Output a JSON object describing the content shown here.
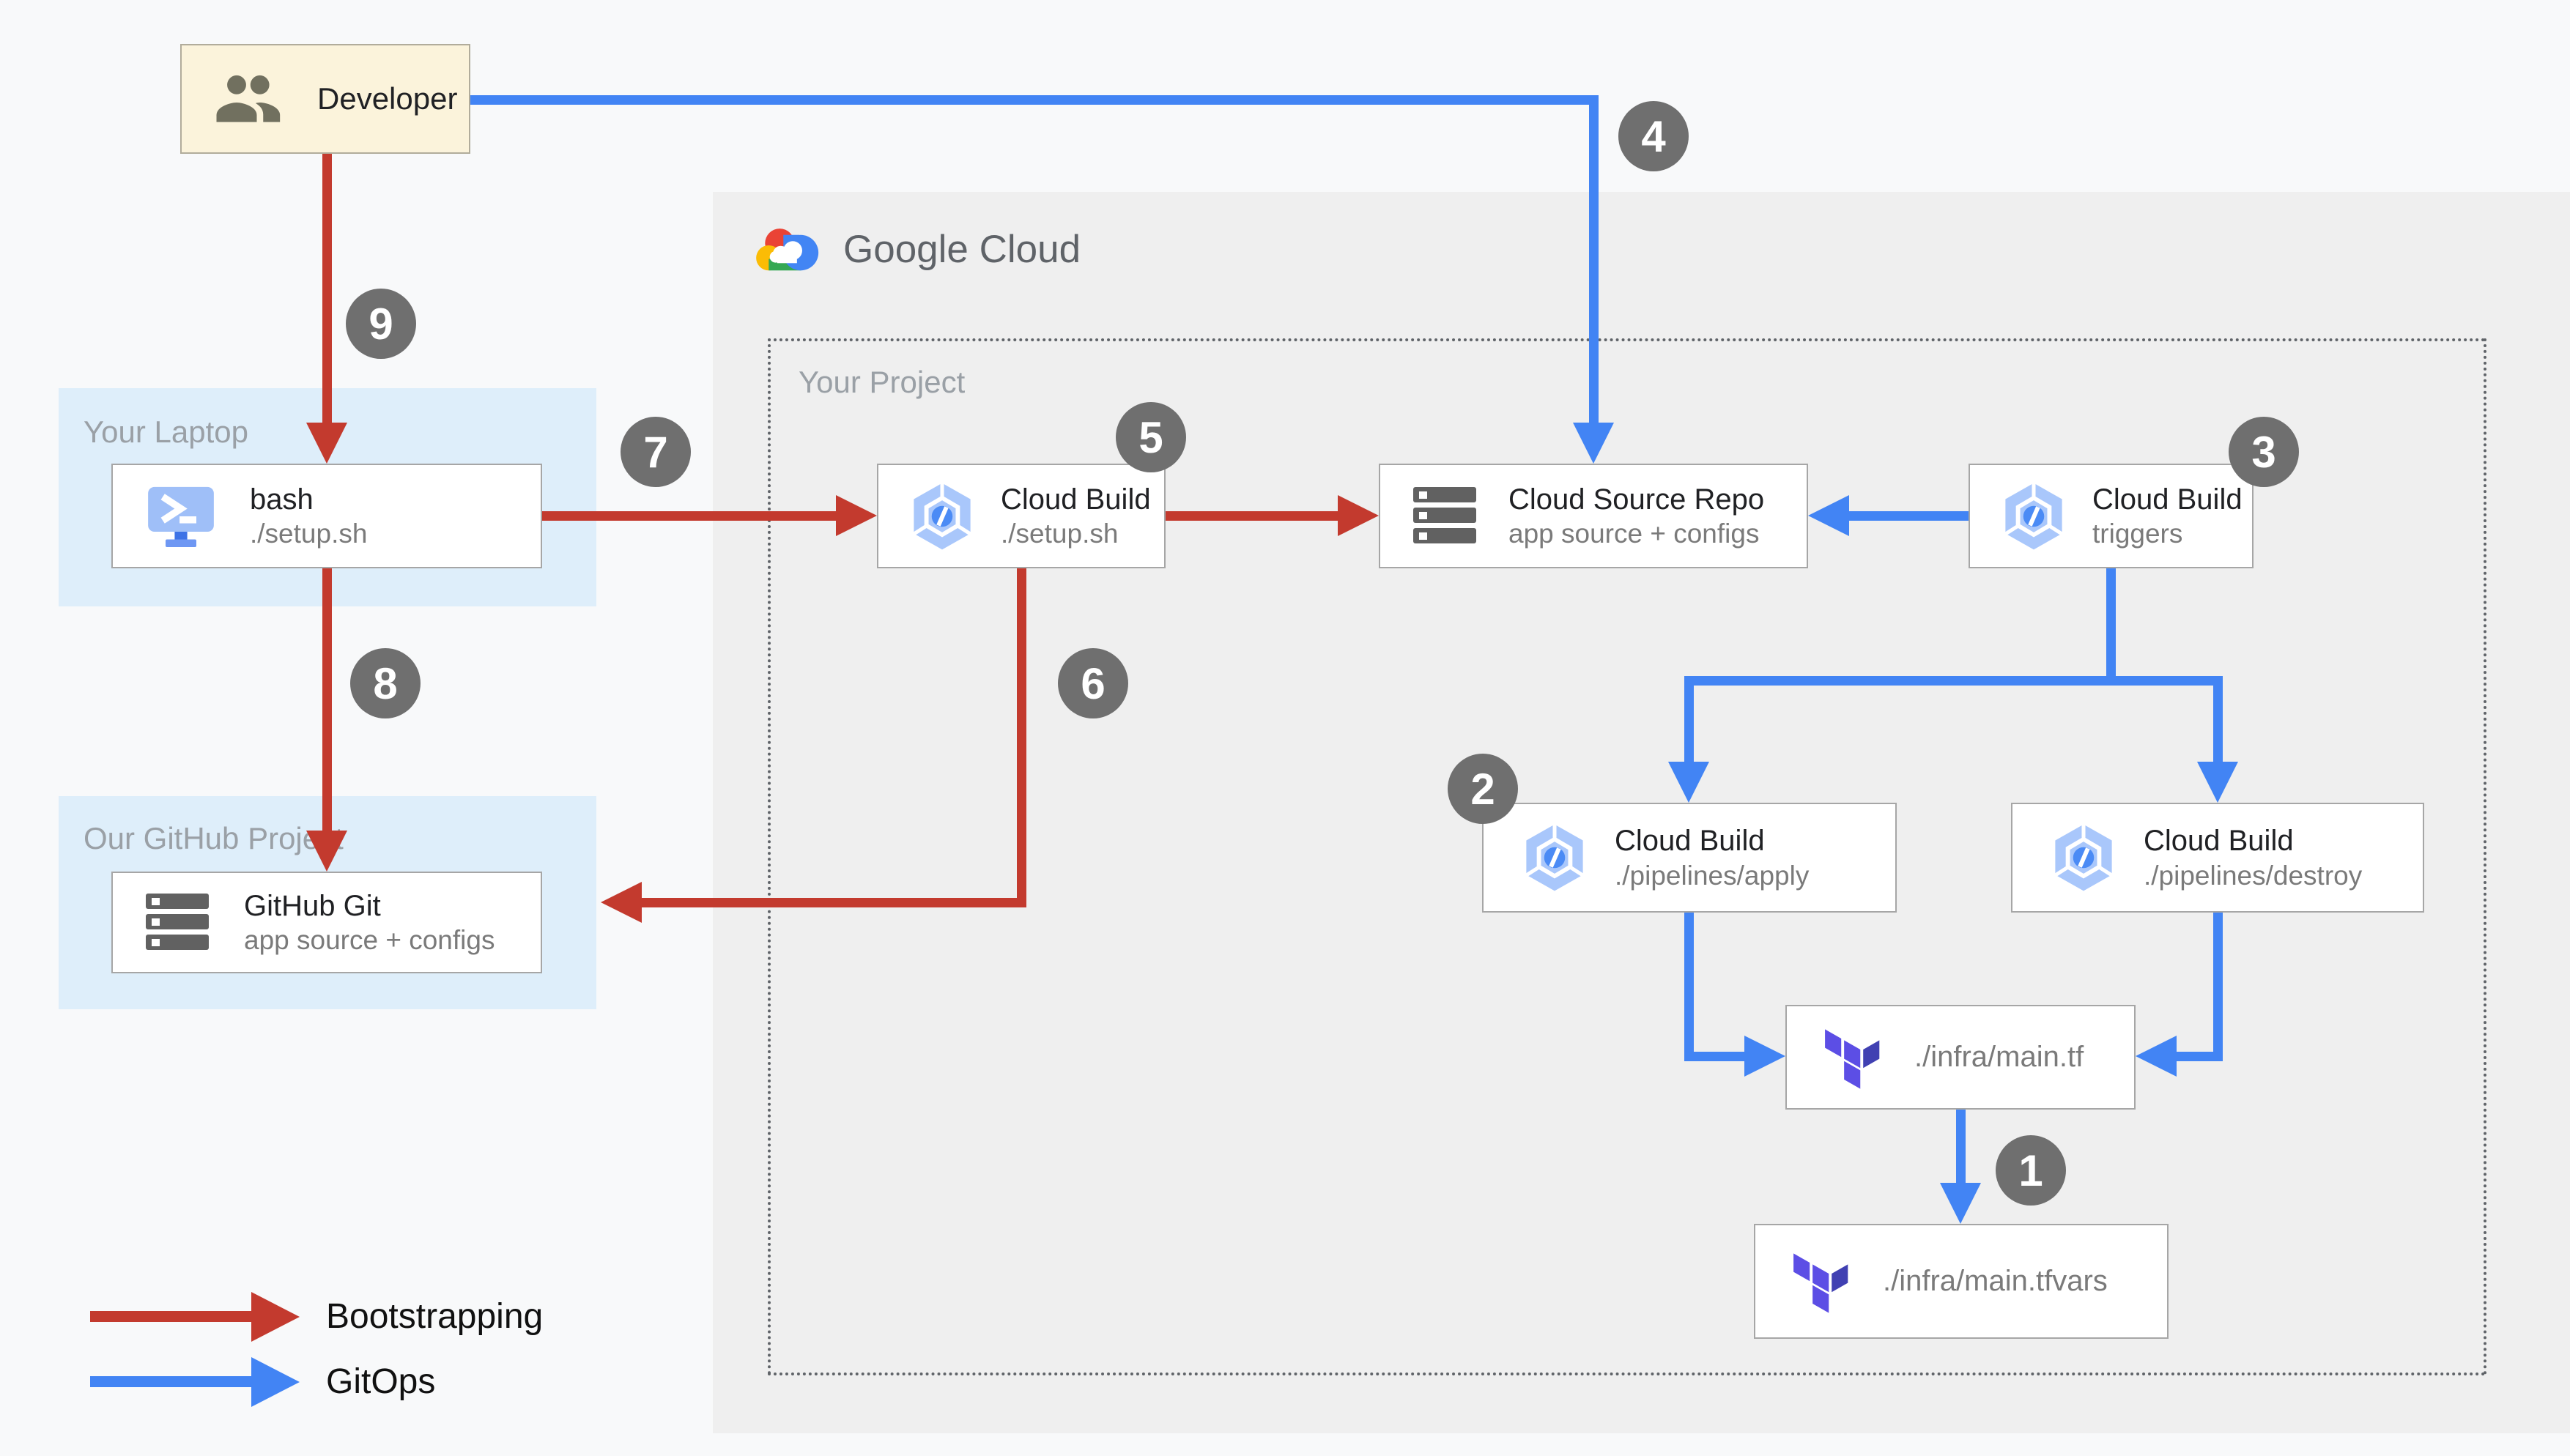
{
  "brand": {
    "google_cloud": "Google Cloud"
  },
  "containers": {
    "your_laptop_label": "Your Laptop",
    "github_project_label": "Our GitHub Project",
    "your_project_label": "Your Project"
  },
  "nodes": {
    "developer": {
      "label": "Developer"
    },
    "bash": {
      "title": "bash",
      "subtitle": "./setup.sh"
    },
    "github_git": {
      "title": "GitHub Git",
      "subtitle": "app source + configs"
    },
    "cloud_build_setup": {
      "title": "Cloud Build",
      "subtitle": "./setup.sh"
    },
    "cloud_source_repo": {
      "title": "Cloud Source Repo",
      "subtitle": "app source + configs"
    },
    "cloud_build_triggers": {
      "title": "Cloud Build",
      "subtitle": "triggers"
    },
    "cloud_build_apply": {
      "title": "Cloud Build",
      "subtitle": "./pipelines/apply"
    },
    "cloud_build_destroy": {
      "title": "Cloud Build",
      "subtitle": "./pipelines/destroy"
    },
    "infra_main_tf": {
      "label": "./infra/main.tf"
    },
    "infra_main_tfvars": {
      "label": "./infra/main.tfvars"
    }
  },
  "badges": {
    "b1": "1",
    "b2": "2",
    "b3": "3",
    "b4": "4",
    "b5": "5",
    "b6": "6",
    "b7": "7",
    "b8": "8",
    "b9": "9"
  },
  "legend": {
    "bootstrapping_label": "Bootstrapping",
    "gitops_label": "GitOps"
  },
  "colors": {
    "bootstrapping": "#C33A2E",
    "gitops": "#4284F4",
    "badge": "#6F6F6F"
  }
}
